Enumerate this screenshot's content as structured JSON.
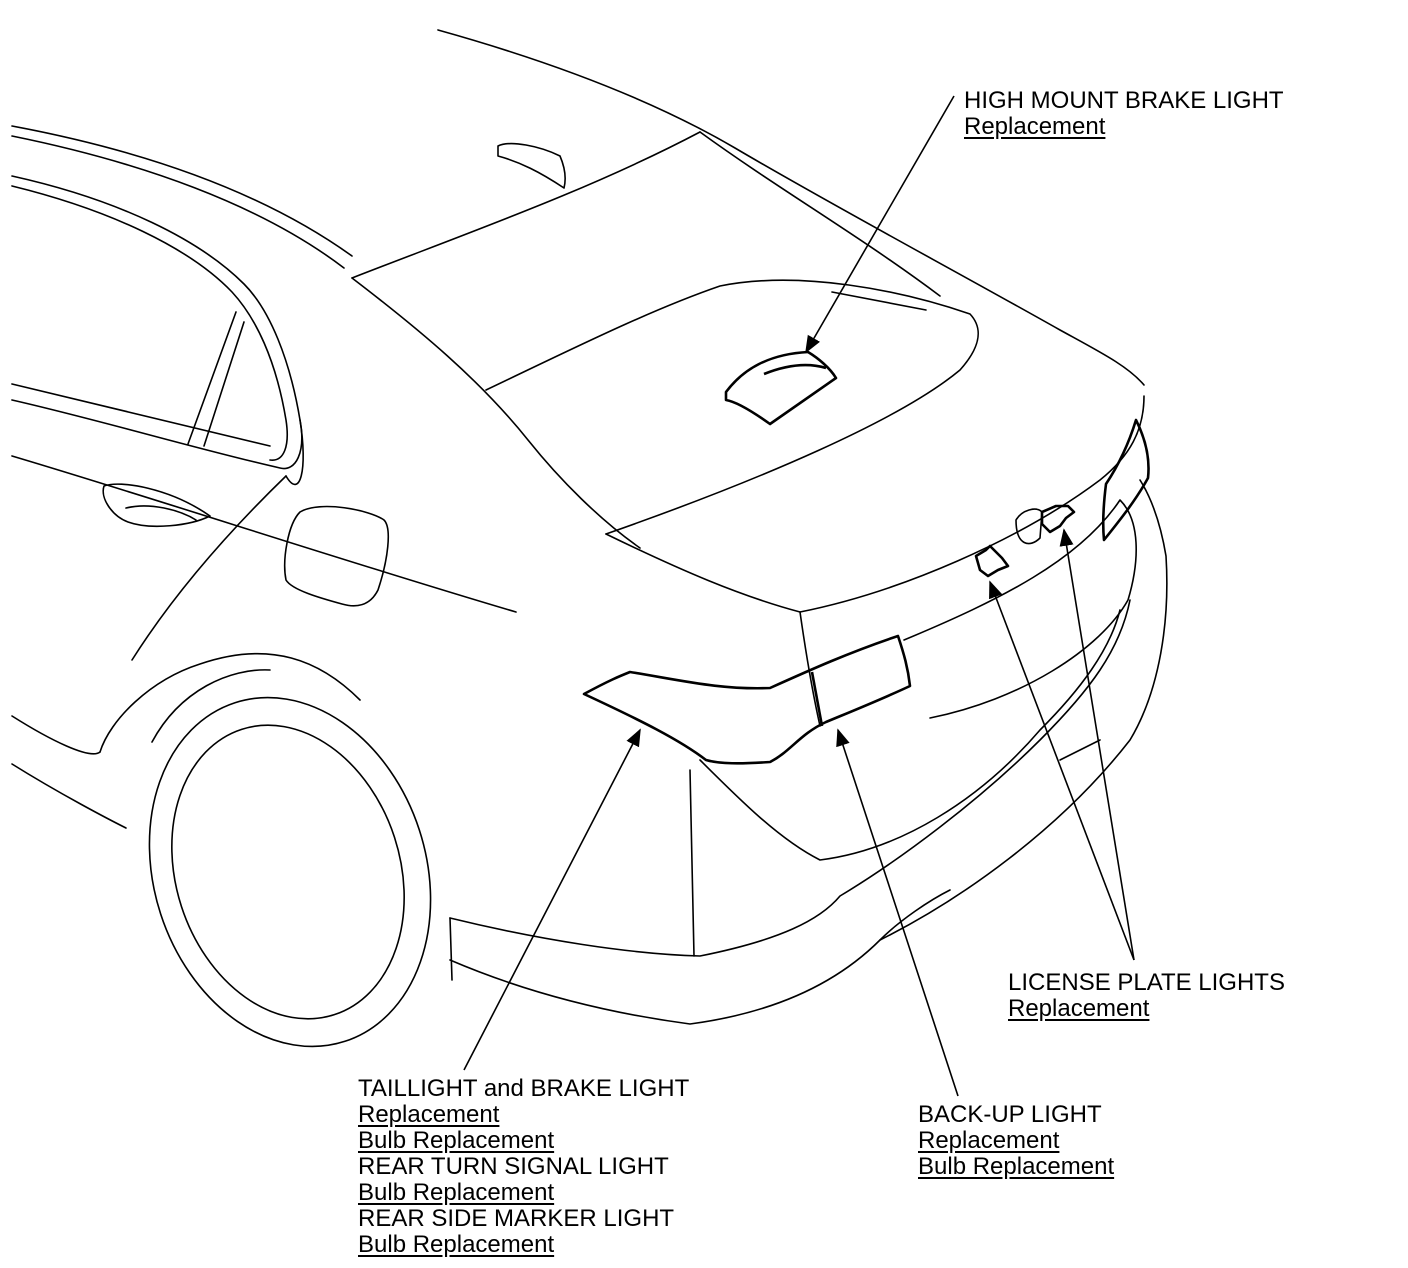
{
  "callouts": {
    "high_mount": {
      "heading": "HIGH MOUNT BRAKE LIGHT",
      "links": [
        "Replacement"
      ]
    },
    "license_plate": {
      "heading": "LICENSE PLATE LIGHTS",
      "links": [
        "Replacement"
      ]
    },
    "backup": {
      "heading": "BACK-UP LIGHT",
      "links": [
        "Replacement",
        "Bulb Replacement"
      ]
    },
    "taillight": {
      "heading": "TAILLIGHT and BRAKE LIGHT",
      "links": [
        "Replacement",
        "Bulb Replacement"
      ],
      "turn_heading": "REAR TURN SIGNAL LIGHT",
      "turn_links": [
        "Bulb Replacement"
      ],
      "marker_heading": "REAR SIDE MARKER LIGHT",
      "marker_links": [
        "Bulb Replacement"
      ]
    }
  },
  "style": {
    "line_color": "#000000",
    "background": "#ffffff"
  }
}
